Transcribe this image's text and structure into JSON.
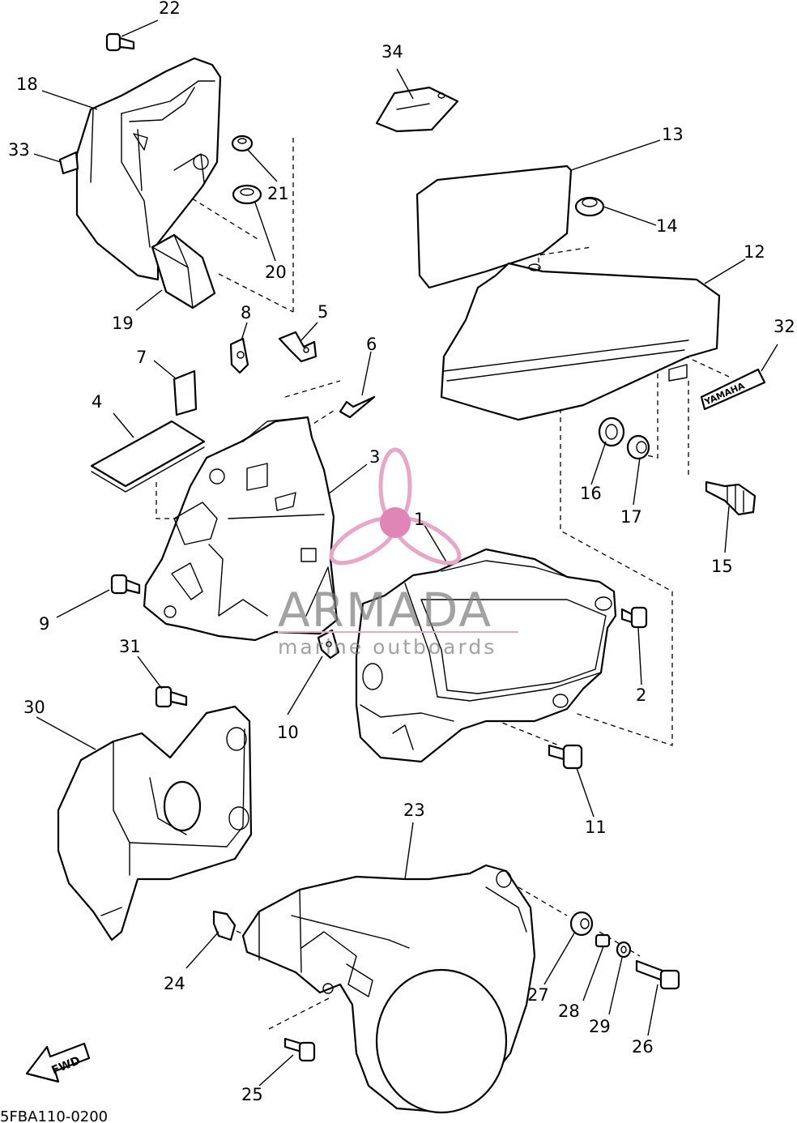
{
  "diagram": {
    "code": "5FBA110-0200",
    "fwd_label": "FWD",
    "decal_text": "YAMAHA",
    "callouts": [
      "1",
      "2",
      "3",
      "4",
      "5",
      "6",
      "7",
      "8",
      "9",
      "10",
      "11",
      "12",
      "13",
      "14",
      "15",
      "16",
      "17",
      "18",
      "19",
      "20",
      "21",
      "22",
      "23",
      "24",
      "25",
      "26",
      "27",
      "28",
      "29",
      "30",
      "31",
      "32",
      "33",
      "34"
    ]
  },
  "watermark": {
    "brand": "ARMADA",
    "tagline": "marine outboards",
    "colors": {
      "logo": "#e8a6c8",
      "logo_center": "#e184b6",
      "text": "#7a7a7a"
    }
  }
}
